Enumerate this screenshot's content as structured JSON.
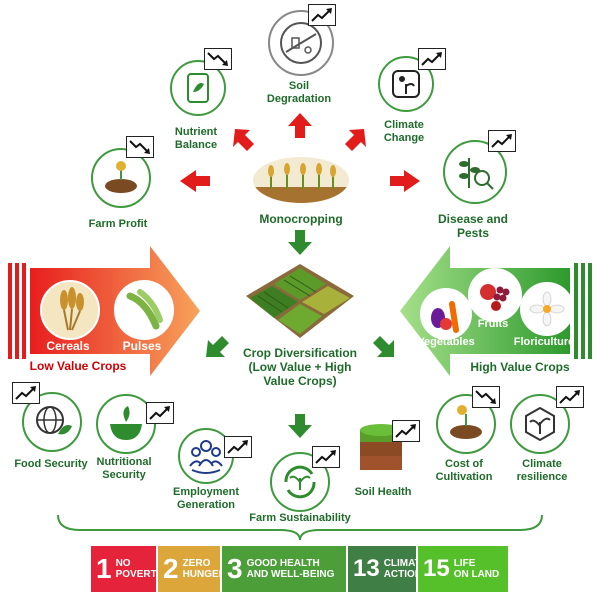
{
  "center": {
    "monocropping": "Monocropping",
    "crop_diversification": "Crop Diversification (Low Value + High Value Crops)",
    "farm_sustainability": "Farm Sustainability"
  },
  "impacts": {
    "soil_degradation": "Soil Degradation",
    "climate_change": "Climate Change",
    "nutrient_balance": "Nutrient Balance",
    "farm_profit": "Farm Profit",
    "disease_pests": "Disease and Pests"
  },
  "low_value": {
    "title": "Low Value Crops",
    "cereals": "Cereals",
    "pulses": "Pulses"
  },
  "high_value": {
    "title": "High Value Crops",
    "fruits": "Fruits",
    "vegetables": "Vegetables",
    "floriculture": "Floriculture"
  },
  "outcomes": {
    "food_security": "Food Security",
    "nutritional_security": "Nutritional Security",
    "employment_generation": "Employment Generation",
    "soil_health": "Soil Health",
    "cost_of_cultivation": "Cost of Cultivation",
    "climate_resilience": "Climate resilience"
  },
  "sdgs": [
    {
      "num": "1",
      "line1": "NO",
      "line2": "POVERTY",
      "color": "#e5243b"
    },
    {
      "num": "2",
      "line1": "ZERO",
      "line2": "HUNGER",
      "color": "#dda63a"
    },
    {
      "num": "3",
      "line1": "GOOD HEALTH",
      "line2": "AND WELL-BEING",
      "color": "#4c9f38"
    },
    {
      "num": "13",
      "line1": "CLIMATE",
      "line2": "ACTION",
      "color": "#3f7e44"
    },
    {
      "num": "15",
      "line1": "LIFE",
      "line2": "ON LAND",
      "color": "#56c02b"
    }
  ],
  "colors": {
    "red_arrow": "#e21b1b",
    "green_arrow": "#2e8b2e",
    "label_green": "#1f6b2a",
    "label_red": "#d00000"
  },
  "icons": [
    "trend-up-icon",
    "trend-down-icon",
    "soil-icon",
    "climate-icon",
    "fertilizer-bag-icon",
    "money-hand-icon",
    "plant-magnifier-icon",
    "globe-leaf-icon",
    "bowl-icon",
    "people-icon",
    "recycle-plant-icon",
    "soil-block-icon",
    "sprout-icon"
  ]
}
